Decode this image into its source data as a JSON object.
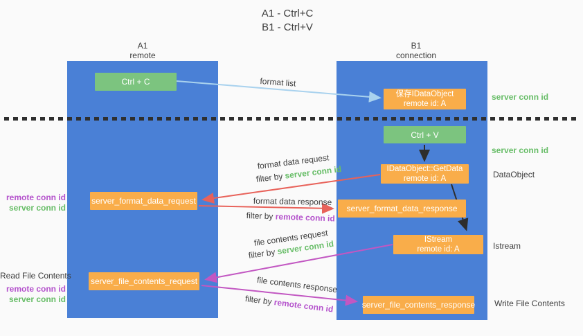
{
  "title": {
    "line1": "A1 - Ctrl+C",
    "line2": "B1 - Ctrl+V"
  },
  "lanes": [
    {
      "name": "A1",
      "subtitle": "remote"
    },
    {
      "name": "B1",
      "subtitle": "connection"
    }
  ],
  "nodes": {
    "ctrl_c": "Ctrl + C",
    "ctrl_v": "Ctrl + V",
    "save_idataobject": {
      "line1": "保存IDataObject",
      "line2": "remote id: A"
    },
    "getdata": {
      "line1": "IDataObject::GetData",
      "line2": "remote id: A"
    },
    "istream": {
      "line1": "IStream",
      "line2": "remote id: A"
    },
    "format_request": "server_format_data_request",
    "format_response": "server_format_data_response",
    "file_request": "server_file_contents_request",
    "file_response": "server_file_contents_response"
  },
  "arrow_labels": {
    "format_list": "format list",
    "format_data_request": "format data request",
    "format_data_response": "format data response",
    "file_contents_request": "file contents request",
    "file_contents_response": "file contents response",
    "filter_prefix": "filter by",
    "server_conn_id": "server conn id",
    "remote_conn_id": "remote conn id"
  },
  "side_labels": {
    "server_conn_id": "server conn id",
    "remote_conn_id": "remote conn id",
    "dataobject": "DataObject",
    "istream": "Istream",
    "read_file_contents": "Read File Contents",
    "write_file_contents": "Write File Contents"
  },
  "colors": {
    "lane_blue": "#4a80d6",
    "box_green": "#7cc47f",
    "box_orange": "#f9ad4a",
    "arrow_light_blue": "#a9d2ee",
    "arrow_red": "#e8625a",
    "arrow_magenta": "#c257c2",
    "arrow_black": "#2d2d2d",
    "label_green": "#67bd67",
    "label_purple": "#b452cc",
    "background": "#fafafa"
  }
}
